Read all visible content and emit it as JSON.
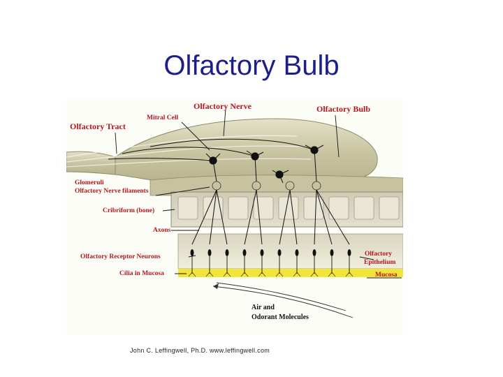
{
  "slide": {
    "title": "Olfactory Bulb",
    "credit": "John C. Leffingwell, Ph.D. www.leffingwell.com"
  },
  "diagram": {
    "labels": {
      "olfactory_nerve": "Olfactory Nerve",
      "olfactory_bulb": "Olfactory Bulb",
      "olfactory_tract": "Olfactory Tract",
      "mitral_cell": "Mitral Cell",
      "glomeruli": "Glomeruli",
      "olfactory_nerve_filaments": "Olfactory Nerve filaments",
      "cribriform": "Cribriform (bone)",
      "axons": "Axons",
      "receptor_neurons": "Olfactory Receptor Neurons",
      "cilia": "Cilia in Mucosa",
      "epithelium_line1": "Olfactory",
      "epithelium_line2": "Epithelium",
      "mucosa": "Mucosa",
      "air_line1": "Air and",
      "air_line2": "Odorant Molecules"
    },
    "colors": {
      "title": "#1c1f8a",
      "label": "#b5171c",
      "bulb": "#cfcba8",
      "bone": "#d8d4c2",
      "mucosa": "#f1e53a",
      "neuron": "#111111"
    }
  }
}
